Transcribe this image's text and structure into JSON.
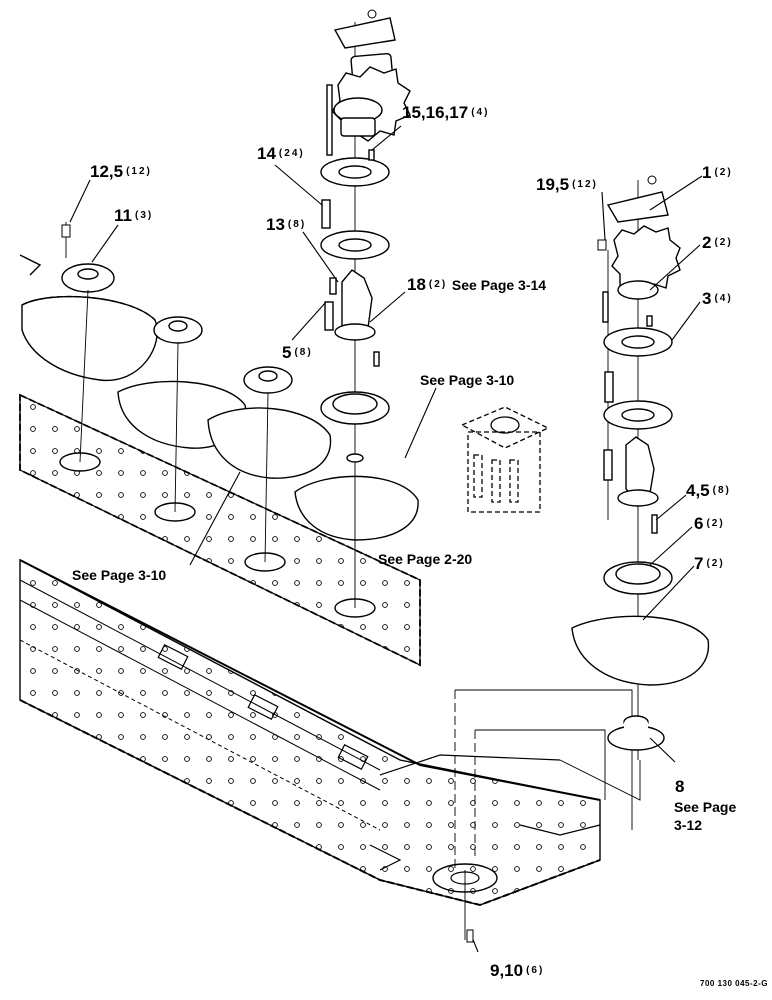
{
  "callouts": [
    {
      "id": "c15",
      "num": "15,16,17",
      "qty": "(4)"
    },
    {
      "id": "c14",
      "num": "14",
      "qty": "(24)"
    },
    {
      "id": "c13",
      "num": "13",
      "qty": "(8)"
    },
    {
      "id": "c18",
      "num": "18",
      "qty": "(2)",
      "ref": "See Page 3-14"
    },
    {
      "id": "c5",
      "num": "5",
      "qty": "(8)"
    },
    {
      "id": "c12",
      "num": "12,5",
      "qty": "(12)"
    },
    {
      "id": "c11",
      "num": "11",
      "qty": "(3)"
    },
    {
      "id": "c19",
      "num": "19,5",
      "qty": "(12)"
    },
    {
      "id": "c1",
      "num": "1",
      "qty": "(2)"
    },
    {
      "id": "c2",
      "num": "2",
      "qty": "(2)"
    },
    {
      "id": "c3",
      "num": "3",
      "qty": "(4)"
    },
    {
      "id": "c4",
      "num": "4,5",
      "qty": "(8)"
    },
    {
      "id": "c6",
      "num": "6",
      "qty": "(2)"
    },
    {
      "id": "c7",
      "num": "7",
      "qty": "(2)"
    },
    {
      "id": "c8",
      "num": "8"
    },
    {
      "id": "c9",
      "num": "9,10",
      "qty": "(6)"
    }
  ],
  "references": {
    "see_310_upper": "See Page 3-10",
    "see_310_lower": "See Page 3-10",
    "see_220": "See Page 2-20",
    "see_312_line1": "See Page",
    "see_312_line2": "3-12"
  },
  "figure_code": "700 130 045-2-G"
}
